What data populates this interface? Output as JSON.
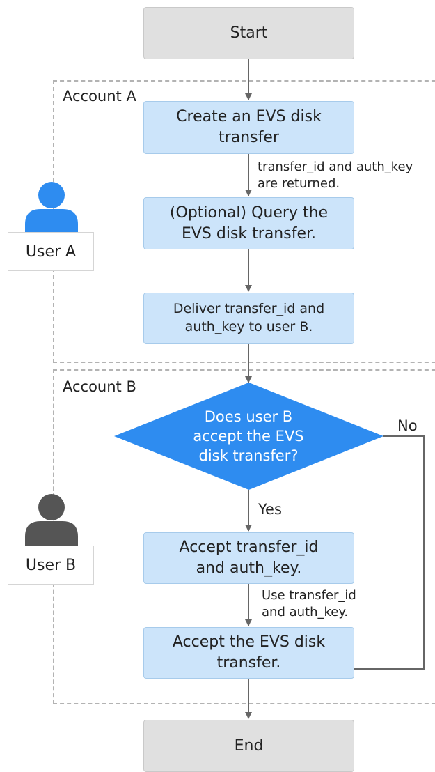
{
  "nodes": {
    "start": "Start",
    "create": "Create an EVS disk transfer",
    "query": "(Optional) Query the EVS disk transfer.",
    "deliver": "Deliver transfer_id and auth_key to user B.",
    "decision": "Does user B accept the EVS disk transfer?",
    "accept_keys": "Accept transfer_id and auth_key.",
    "accept_transfer": "Accept the EVS disk transfer.",
    "end": "End"
  },
  "groups": {
    "account_a": "Account A",
    "account_b": "Account B"
  },
  "users": {
    "user_a": "User A",
    "user_b": "User B"
  },
  "edge_labels": {
    "returned": "transfer_id and auth_key are returned.",
    "use_keys": "Use transfer_id and auth_key.",
    "yes": "Yes",
    "no": "No"
  },
  "colors": {
    "user_a_icon": "#2e8cf0",
    "user_b_icon": "#555555",
    "decision_fill": "#2e8cf0",
    "process_fill": "#cce4fa",
    "terminal_fill": "#e0e0e0",
    "line": "#666666"
  }
}
